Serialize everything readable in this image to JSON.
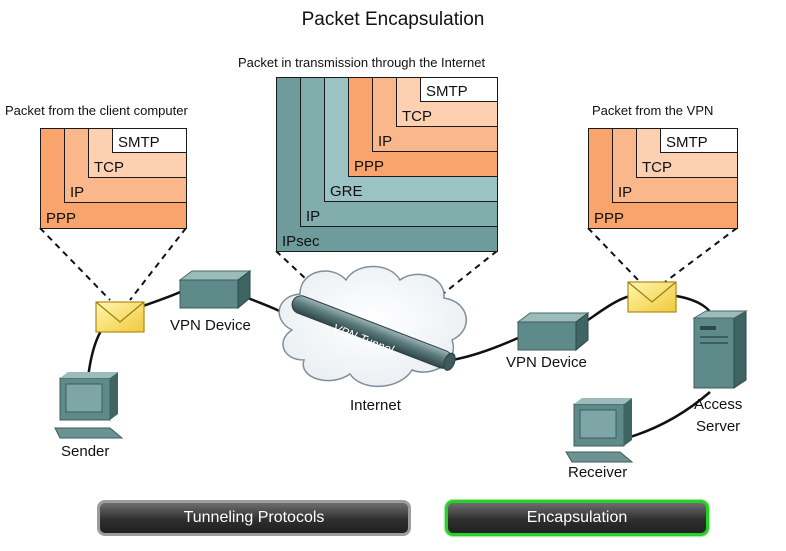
{
  "title": "Packet Encapsulation",
  "client_packet": {
    "caption": "Packet from the client computer",
    "layers": [
      "PPP",
      "IP",
      "TCP",
      "SMTP"
    ]
  },
  "internet_packet": {
    "caption": "Packet in transmission through the Internet",
    "layers": [
      "IPsec",
      "IP",
      "GRE",
      "PPP",
      "IP",
      "TCP",
      "SMTP"
    ]
  },
  "vpn_packet": {
    "caption": "Packet from the VPN",
    "layers": [
      "PPP",
      "IP",
      "TCP",
      "SMTP"
    ]
  },
  "labels": {
    "vpn_device_left": "VPN Device",
    "vpn_device_right": "VPN Device",
    "internet": "Internet",
    "tunnel": "VPN Tunnel",
    "sender": "Sender",
    "receiver": "Receiver",
    "access_server_line1": "Access",
    "access_server_line2": "Server"
  },
  "buttons": {
    "tunneling": "Tunneling Protocols",
    "encapsulation": "Encapsulation"
  },
  "colors": {
    "ppp": "#f9a46c",
    "ip": "#fbb78c",
    "tcp": "#fdd0b1",
    "smtp": "#ffffff",
    "ipsec": "#6e9b9b",
    "ip_outer": "#82adad",
    "gre": "#9cc3c3",
    "active_button_border": "#27cf27"
  }
}
